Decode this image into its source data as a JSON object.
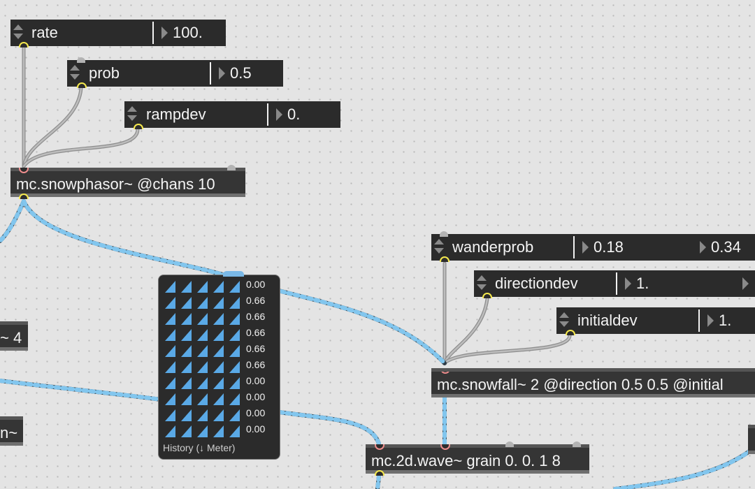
{
  "attrui": {
    "rate": {
      "label": "rate",
      "value": "100."
    },
    "prob": {
      "label": "prob",
      "value": "0.5"
    },
    "rampdev": {
      "label": "rampdev",
      "value": "0."
    },
    "wanderprob": {
      "label": "wanderprob",
      "value1": "0.18",
      "value2": "0.34"
    },
    "directiondev": {
      "label": "directiondev",
      "value": "1."
    },
    "initialdev": {
      "label": "initialdev",
      "value": "1."
    }
  },
  "objects": {
    "snowphasor": "mc.snowphasor~ @chans 10",
    "snowfall": "mc.snowfall~ 2 @direction 0.5 0.5 @initial",
    "wave": "mc.2d.wave~ grain 0. 0. 1 8",
    "left_partial_1": "~ 4",
    "left_partial_2": "n~"
  },
  "meter": {
    "values": [
      "0.00",
      "0.66",
      "0.66",
      "0.66",
      "0.66",
      "0.66",
      "0.00",
      "0.00",
      "0.00",
      "0.00"
    ],
    "caption": "History (↓ Meter)"
  },
  "colors": {
    "canvas": "#e4e4e4",
    "object": "#2d2d2d",
    "text": "#f4f4f4",
    "signal_cable_light": "#82c6ee",
    "signal_cable_dark": "#2e3c46",
    "control_cable": "#a7a7a7",
    "meter_fill": "#5aa9e6",
    "outlet_signal": "#f5e94e",
    "inlet_message": "#ef8d8d"
  }
}
